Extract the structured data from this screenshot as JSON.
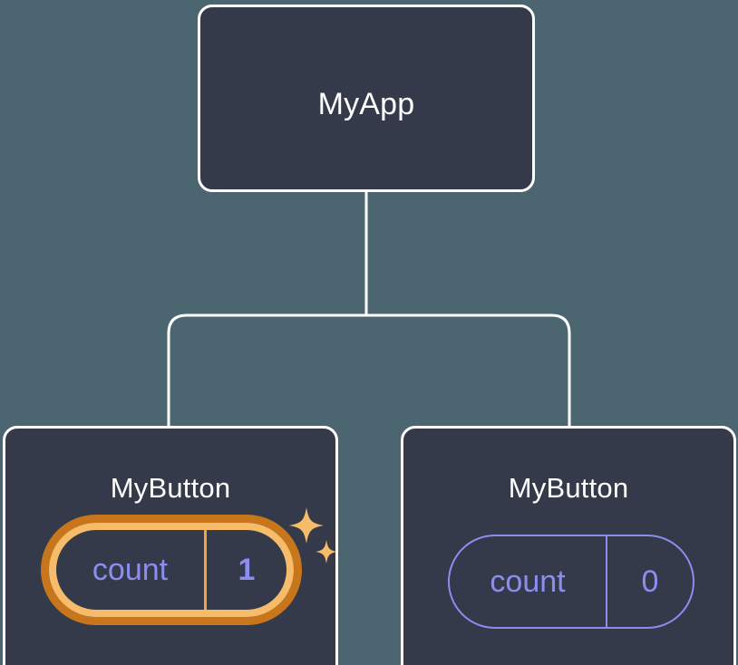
{
  "diagram": {
    "type": "component-tree",
    "background_color": "#4b6670",
    "node_fill_color": "#343a49",
    "node_border_color": "#ffffff",
    "accent_purple": "#8b8ef0",
    "highlight_outer_orange": "#c8761c",
    "highlight_inner_orange": "#f7bc6a",
    "root": {
      "title": "MyApp"
    },
    "children": [
      {
        "title": "MyButton",
        "state": {
          "label": "count",
          "value": "1"
        },
        "highlighted": true,
        "sparkle_icons": [
          "sparkle-large-icon",
          "sparkle-small-icon"
        ]
      },
      {
        "title": "MyButton",
        "state": {
          "label": "count",
          "value": "0"
        },
        "highlighted": false
      }
    ]
  }
}
